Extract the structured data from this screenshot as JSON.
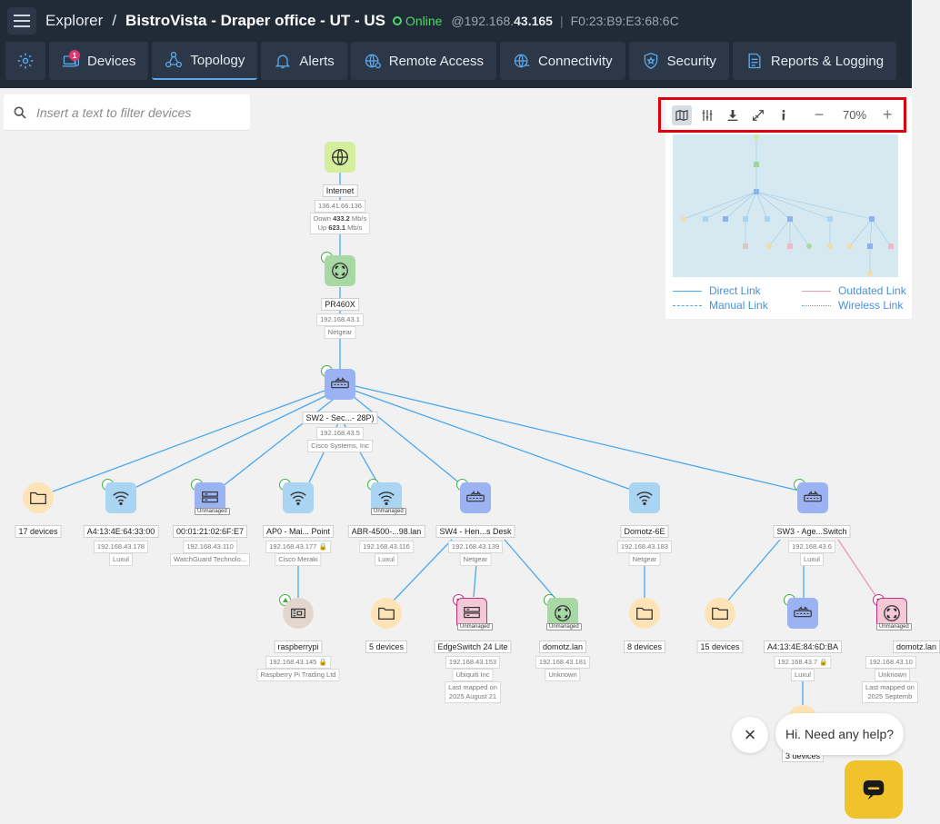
{
  "header": {
    "crumb": "Explorer",
    "separator": "/",
    "site_name": "BistroVista - Draper office - UT - US",
    "status": "Online",
    "ip_prefix": "@192.168.",
    "ip_bold": "43.165",
    "pipe": "|",
    "mac": "F0:23:B9:E3:68:6C"
  },
  "tabs": [
    {
      "label": "Devices",
      "badge": "1"
    },
    {
      "label": "Topology"
    },
    {
      "label": "Alerts"
    },
    {
      "label": "Remote Access"
    },
    {
      "label": "Connectivity"
    },
    {
      "label": "Security"
    },
    {
      "label": "Reports & Logging"
    }
  ],
  "filter": {
    "placeholder": "Insert a text to filter devices"
  },
  "minimap": {
    "zoom": "70%",
    "minus": "−",
    "plus": "+",
    "legend": {
      "direct": "Direct Link",
      "manual": "Manual Link",
      "outdated": "Outdated Link",
      "wireless": "Wireless Link"
    }
  },
  "colors": {
    "direct": "#4aa8f0",
    "outdated": "#e79bb4",
    "accent": "#5ba7e8",
    "online": "#4cd964"
  },
  "nodes": {
    "internet": {
      "name": "Internet",
      "ip": "136.41.66.136",
      "down_label": "Down ",
      "down_val": "433.2",
      "down_unit": " Mb/s",
      "up_label": "Up ",
      "up_val": "623.1",
      "up_unit": " Mb/s"
    },
    "router": {
      "name": "PR460X",
      "ip": "192.168.43.1",
      "vendor": "Netgear"
    },
    "sw2": {
      "name": "SW2 - Sec...- 28P)",
      "ip": "192.168.43.5",
      "vendor": "Cisco Systems, Inc"
    },
    "f17": {
      "name": "17 devices"
    },
    "ap_a4": {
      "name": "A4:13:4E:64:33:00",
      "ip": "192.168.43.178",
      "vendor": "Luxul"
    },
    "wg": {
      "name": "00:01:21:02:6F:E7",
      "ip": "192.168.43.110",
      "vendor": "WatchGuard Technolo...",
      "tag": "Unmanaged"
    },
    "ap0": {
      "name": "AP0 - Mai... Point",
      "ip": "192.168.43.177",
      "vendor": "Cisco Meraki"
    },
    "abr": {
      "name": "ABR-4500-...98.lan",
      "ip": "192.168.43.116",
      "vendor": "Luxul",
      "tag": "Unmanaged"
    },
    "sw4": {
      "name": "SW4 - Hen...s Desk",
      "ip": "192.168.43.139",
      "vendor": "Netgear"
    },
    "domotz6e": {
      "name": "Domotz-6E",
      "ip": "192.168.43.183",
      "vendor": "Netgear"
    },
    "sw3": {
      "name": "SW3 - Age...Switch",
      "ip": "192.168.43.6",
      "vendor": "Luxul"
    },
    "rpi": {
      "name": "raspberrypi",
      "ip": "192.168.43.145",
      "vendor": "Raspberry Pi Trading Ltd"
    },
    "f5": {
      "name": "5 devices"
    },
    "edge": {
      "name": "EdgeSwitch 24 Lite",
      "ip": "192.168.43.153",
      "vendor": "Ubiquiti Inc",
      "mapped_1": "Last mapped on",
      "mapped_2": "2025 August 21",
      "tag": "Unmanaged"
    },
    "domotzlan": {
      "name": "domotz.lan",
      "ip": "192.168.43.181",
      "vendor": "Unknown",
      "tag": "Unmanaged"
    },
    "f8": {
      "name": "8 devices"
    },
    "f15": {
      "name": "15 devices"
    },
    "a4ba": {
      "name": "A4:13:4E:84:6D:BA",
      "ip": "192.168.43.7",
      "vendor": "Luxul"
    },
    "domotz10": {
      "name": "domotz.lan",
      "ip": "192.168.43.10",
      "vendor": "Unknown",
      "mapped_1": "Last mapped on",
      "mapped_2": "2025 Septemb",
      "tag": "Unmanaged"
    },
    "f3": {
      "name": "3 devices"
    }
  },
  "chat": {
    "close": "×",
    "message": "Hi. Need any help?"
  }
}
